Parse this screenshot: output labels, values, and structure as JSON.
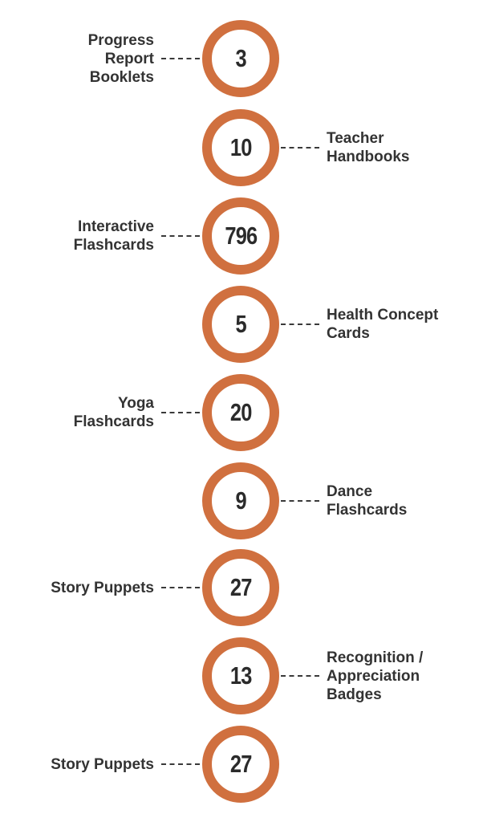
{
  "colors": {
    "ring": "#d0703f",
    "count_text": "#2b2b2b",
    "label_text": "#333333",
    "connector": "#3a3a3a",
    "background": "#ffffff"
  },
  "items": [
    {
      "count": "3",
      "side": "left",
      "label_lines": [
        "Progress",
        "Report",
        "Booklets"
      ]
    },
    {
      "count": "10",
      "side": "right",
      "label_lines": [
        "Teacher",
        "Handbooks"
      ]
    },
    {
      "count": "796",
      "side": "left",
      "label_lines": [
        "Interactive",
        "Flashcards"
      ]
    },
    {
      "count": "5",
      "side": "right",
      "label_lines": [
        "Health Concept",
        "Cards"
      ]
    },
    {
      "count": "20",
      "side": "left",
      "label_lines": [
        "Yoga",
        "Flashcards"
      ]
    },
    {
      "count": "9",
      "side": "right",
      "label_lines": [
        "Dance",
        "Flashcards"
      ]
    },
    {
      "count": "27",
      "side": "left",
      "label_lines": [
        "Story Puppets"
      ]
    },
    {
      "count": "13",
      "side": "right",
      "label_lines": [
        "Recognition /",
        "Appreciation",
        "Badges"
      ]
    },
    {
      "count": "27",
      "side": "left",
      "label_lines": [
        "Story Puppets"
      ]
    }
  ]
}
